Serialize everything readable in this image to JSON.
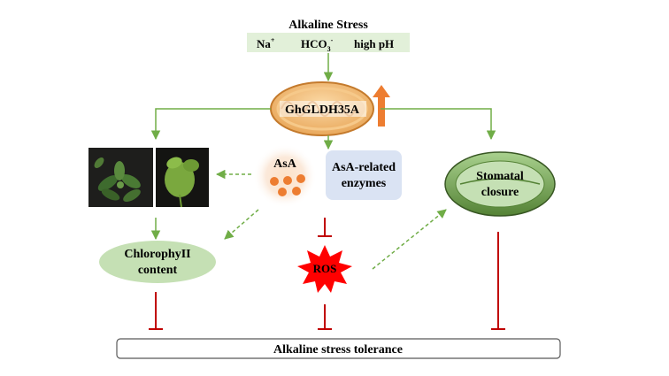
{
  "stress": {
    "title": "Alkaline Stress",
    "na": "Na",
    "na_sup": "+",
    "hco3_base": "HCO",
    "hco3_sub": "3",
    "hco3_sup": "-",
    "high_ph": "high pH"
  },
  "gene": {
    "label": "GhGLDH35A"
  },
  "asa": {
    "label": "AsA"
  },
  "enzymes": {
    "line1": "AsA-related",
    "line2": "enzymes"
  },
  "stomatal": {
    "line1": "Stomatal",
    "line2": "closure"
  },
  "chlorophyll": {
    "line1": "ChlorophyII",
    "line2": "content"
  },
  "ros": {
    "label": "ROS"
  },
  "tolerance": {
    "label": "Alkaline stress tolerance"
  },
  "colors": {
    "arrow_green": "#70ad47",
    "inhibit_red": "#c00000",
    "up_arrow_orange": "#ed7d31",
    "stress_box_bg": "#e2f0d9",
    "enzyme_box_bg": "#dae3f3",
    "chlorophyll_ellipse": "#c5e0b4",
    "ros_star": "#ff0000"
  }
}
